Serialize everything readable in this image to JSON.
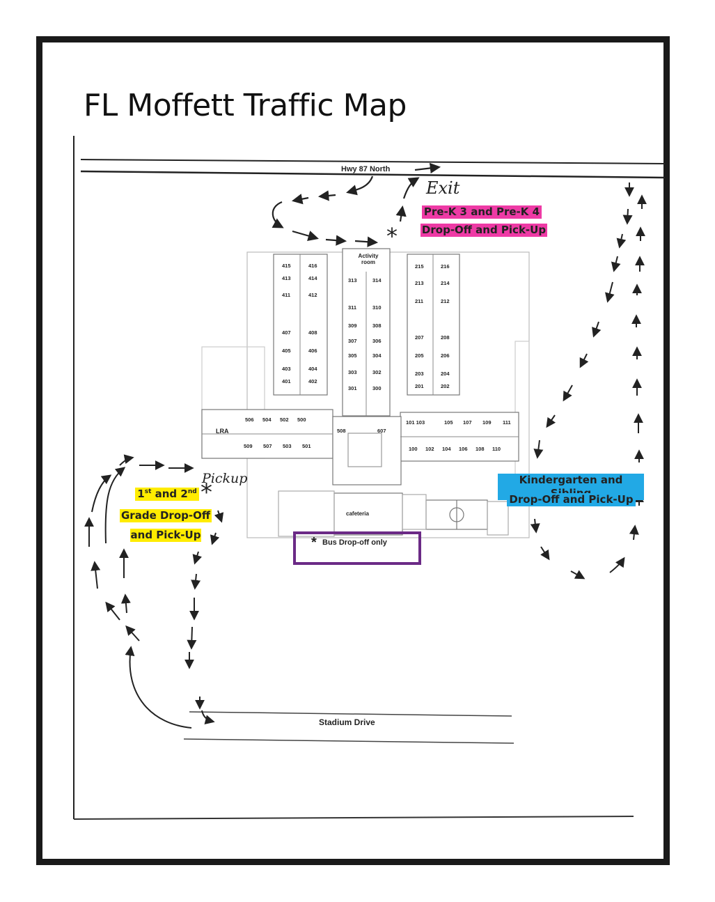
{
  "title": "FL Moffett Traffic Map",
  "roads": {
    "north": "Hwy 87 North",
    "south": "Stadium Drive"
  },
  "labels": {
    "exit": "Exit",
    "pickup": "Pickup",
    "prek_line1": "Pre-K 3 and Pre-K 4",
    "prek_line2": "Drop-Off and Pick-Up",
    "kinder_line1": "Kindergarten and Sibling",
    "kinder_line2": "Drop-Off and Pick-Up",
    "grade_1": "1",
    "grade_1_sup": "st",
    "grade_and": " and 2",
    "grade_2_sup": "nd",
    "grade_line2": "Grade Drop-Off",
    "grade_line3": "and Pick-Up",
    "bus_star": "*",
    "bus": "Bus Drop-off only",
    "activity_room": "Activity room",
    "cafeteria": "cafeteria",
    "lra": "LRA"
  },
  "rooms": {
    "wing400": [
      "415",
      "416",
      "413",
      "414",
      "411",
      "412",
      "407",
      "408",
      "405",
      "406",
      "403",
      "404",
      "401",
      "402"
    ],
    "wing300": [
      "313",
      "314",
      "311",
      "310",
      "309",
      "308",
      "307",
      "306",
      "305",
      "304",
      "303",
      "302",
      "301",
      "300"
    ],
    "wing200": [
      "215",
      "216",
      "213",
      "214",
      "211",
      "212",
      "207",
      "208",
      "205",
      "206",
      "203",
      "204",
      "201",
      "202"
    ],
    "wing500_top": [
      "506",
      "504",
      "502",
      "500"
    ],
    "wing500_bottom": [
      "509",
      "507",
      "503",
      "501"
    ],
    "center": [
      "508",
      "607"
    ],
    "wing100_top": [
      "101 103",
      "105",
      "107",
      "109",
      "111"
    ],
    "wing100_bottom": [
      "100",
      "102",
      "104",
      "106",
      "108",
      "110"
    ]
  },
  "colors": {
    "prek": "#ee3aa5",
    "kinder": "#22a9e5",
    "grade": "#ffec00",
    "bus_box": "#6b2a86"
  }
}
